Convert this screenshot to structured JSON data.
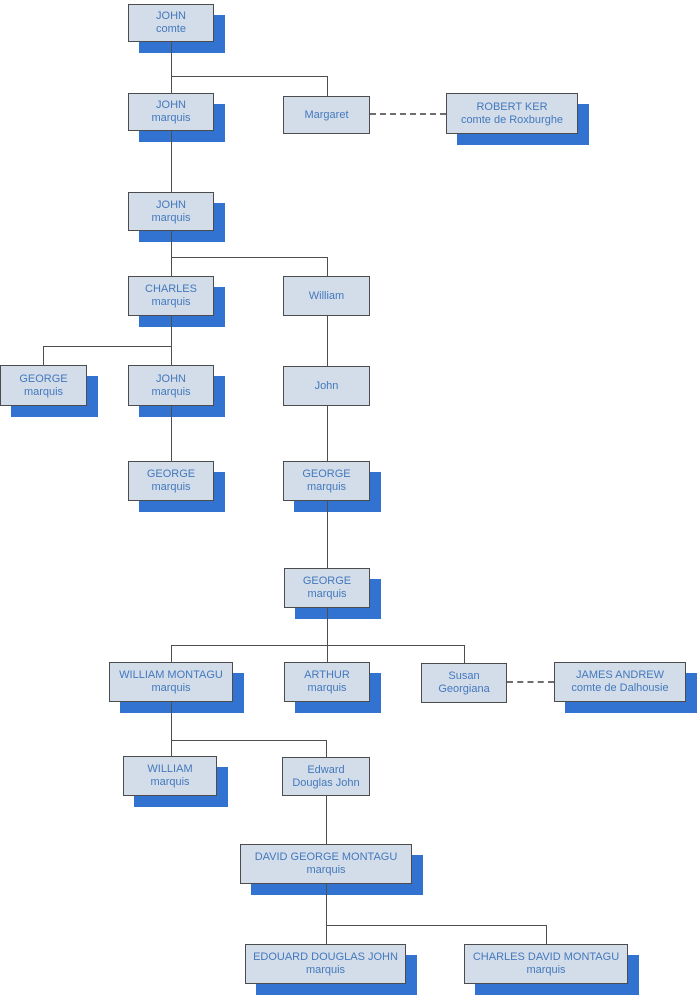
{
  "colors": {
    "background": "#ffffff",
    "box_fill": "#d2dde9",
    "box_border": "#4c4c4c",
    "box_shadow": "#3273d2",
    "text": "#4478bd",
    "line": "#4f4f4f",
    "marriage_line": "#6e6e6e"
  },
  "people": {
    "john_comte": {
      "name": "JOHN",
      "title": "comte"
    },
    "john_marquis_1": {
      "name": "JOHN",
      "title": "marquis"
    },
    "margaret": {
      "name": "Margaret"
    },
    "robert_ker": {
      "name": "ROBERT KER",
      "title": "comte de Roxburghe"
    },
    "john_marquis_2": {
      "name": "JOHN",
      "title": "marquis"
    },
    "charles_marquis": {
      "name": "CHARLES",
      "title": "marquis"
    },
    "william": {
      "name": "William"
    },
    "george_marquis_1": {
      "name": "GEORGE",
      "title": "marquis"
    },
    "john_marquis_3": {
      "name": "JOHN",
      "title": "marquis"
    },
    "john": {
      "name": "John"
    },
    "george_marquis_2": {
      "name": "GEORGE",
      "title": "marquis"
    },
    "george_marquis_3": {
      "name": "GEORGE",
      "title": "marquis"
    },
    "george_marquis_4": {
      "name": "GEORGE",
      "title": "marquis"
    },
    "william_montagu": {
      "name": "WILLIAM MONTAGU",
      "title": "marquis"
    },
    "arthur_marquis": {
      "name": "ARTHUR",
      "title": "marquis"
    },
    "susan_georgiana": {
      "name": "Susan Georgiana"
    },
    "james_andrew": {
      "name": "JAMES ANDREW",
      "title": "comte de Dalhousie"
    },
    "william_marquis": {
      "name": "WILLIAM",
      "title": "marquis"
    },
    "edward_douglas_john": {
      "name": "Edward Douglas John"
    },
    "david_george_montagu": {
      "name": "DAVID GEORGE MONTAGU",
      "title": "marquis"
    },
    "edouard_douglas_john": {
      "name": "EDOUARD DOUGLAS JOHN",
      "title": "marquis"
    },
    "charles_david_montagu": {
      "name": "CHARLES DAVID MONTAGU",
      "title": "marquis"
    }
  }
}
